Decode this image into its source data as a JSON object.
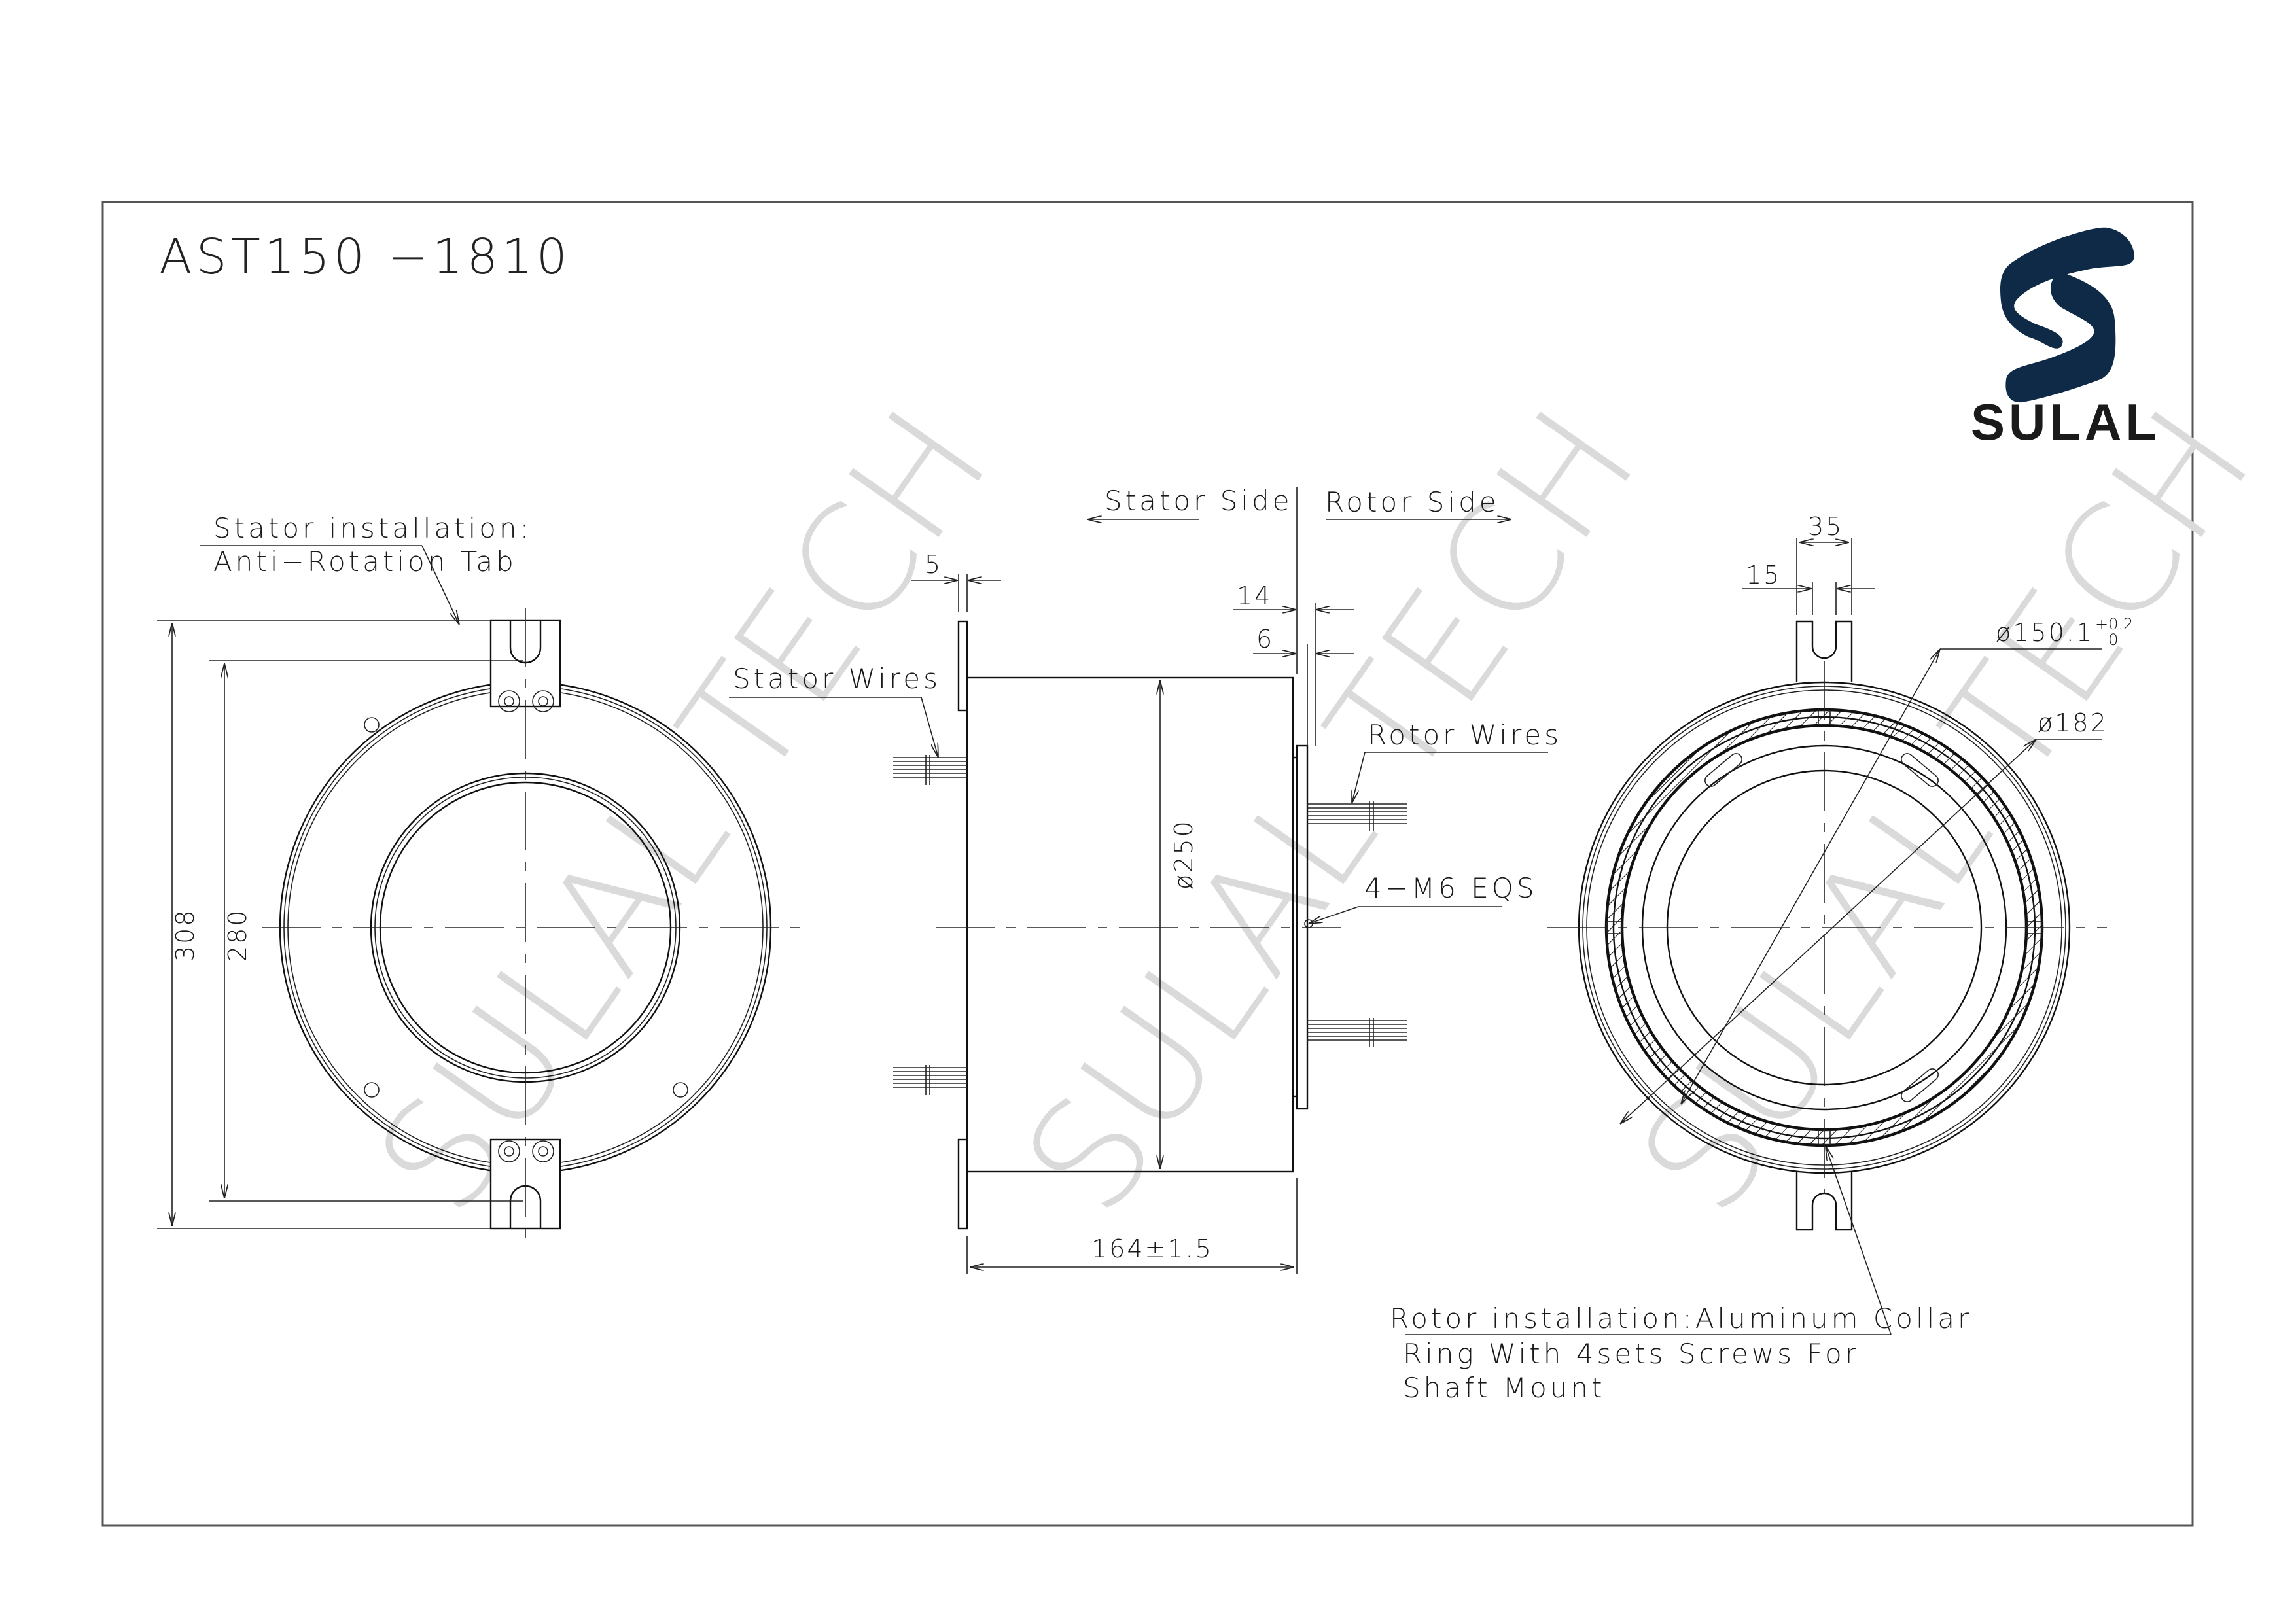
{
  "drawing": {
    "model_number": "AST150 −1810",
    "brand": {
      "name": "SULAL",
      "logo_icon": "stylized-s-logo-icon",
      "color": "#0e2a47"
    },
    "watermark": "SULAL TECH",
    "colors": {
      "line": "#111111",
      "watermark": "#d9d9d9",
      "border": "#555555",
      "background": "#ffffff"
    }
  },
  "front_view": {
    "callout": {
      "line1": "Stator installation:",
      "line2": "Anti−Rotation Tab"
    },
    "dimensions": {
      "overall_height": "308",
      "tab_hole_span": "280"
    }
  },
  "side_view": {
    "side_labels": {
      "stator": "Stator Side",
      "rotor": "Rotor Side"
    },
    "callouts": {
      "stator_wires": "Stator Wires",
      "rotor_wires": "Rotor Wires",
      "mount_holes": "4−M6 EQS"
    },
    "dimensions": {
      "flange_thickness": "5",
      "rotor_offset": "14",
      "rotor_flange": "6",
      "body_diameter": "ø250",
      "body_length": "164±1.5"
    }
  },
  "rear_view": {
    "dimensions": {
      "tab_width": "35",
      "slot_width": "15",
      "bore_diameter": "ø150.1",
      "bore_tol_upper": "+0.2",
      "bore_tol_lower": "−0",
      "collar_diameter": "ø182"
    },
    "callout": {
      "line1": "Rotor installation:Aluminum Collar",
      "line2": "Ring With 4sets Screws For",
      "line3": "Shaft Mount"
    }
  }
}
